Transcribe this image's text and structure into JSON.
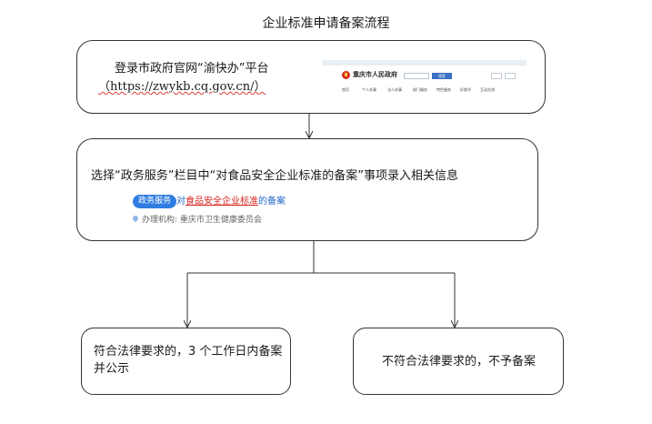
{
  "title": "企业标准申请备案流程",
  "steps": {
    "login": {
      "line1": "登录市政府官网“渝快办”平台",
      "line2": "（https://zwykb.cq.gov.cn/）"
    },
    "select": {
      "text": "选择“政务服务”栏目中“对食品安全企业标准的备案”事项录入相关信息",
      "tag": "政务服务",
      "link_pre": "对",
      "link_highlight": "食品安全企业标准",
      "link_post": "的备案",
      "org": "办理机构: 重庆市卫生健康委员会"
    },
    "approve": {
      "text": "符合法律要求的，3 个工作日内备案并公示"
    },
    "reject": {
      "text": "不符合法律要求的，不予备案"
    }
  },
  "mini_site": {
    "name": "重庆市人民政府",
    "search_btn": "搜索",
    "nav": [
      "首页",
      "个人办事",
      "法人办事",
      "部门服务",
      "特色服务",
      "好差评",
      "互动交流"
    ]
  },
  "colors": {
    "accent_blue": "#2f7de1",
    "highlight_red": "#d9231d"
  }
}
